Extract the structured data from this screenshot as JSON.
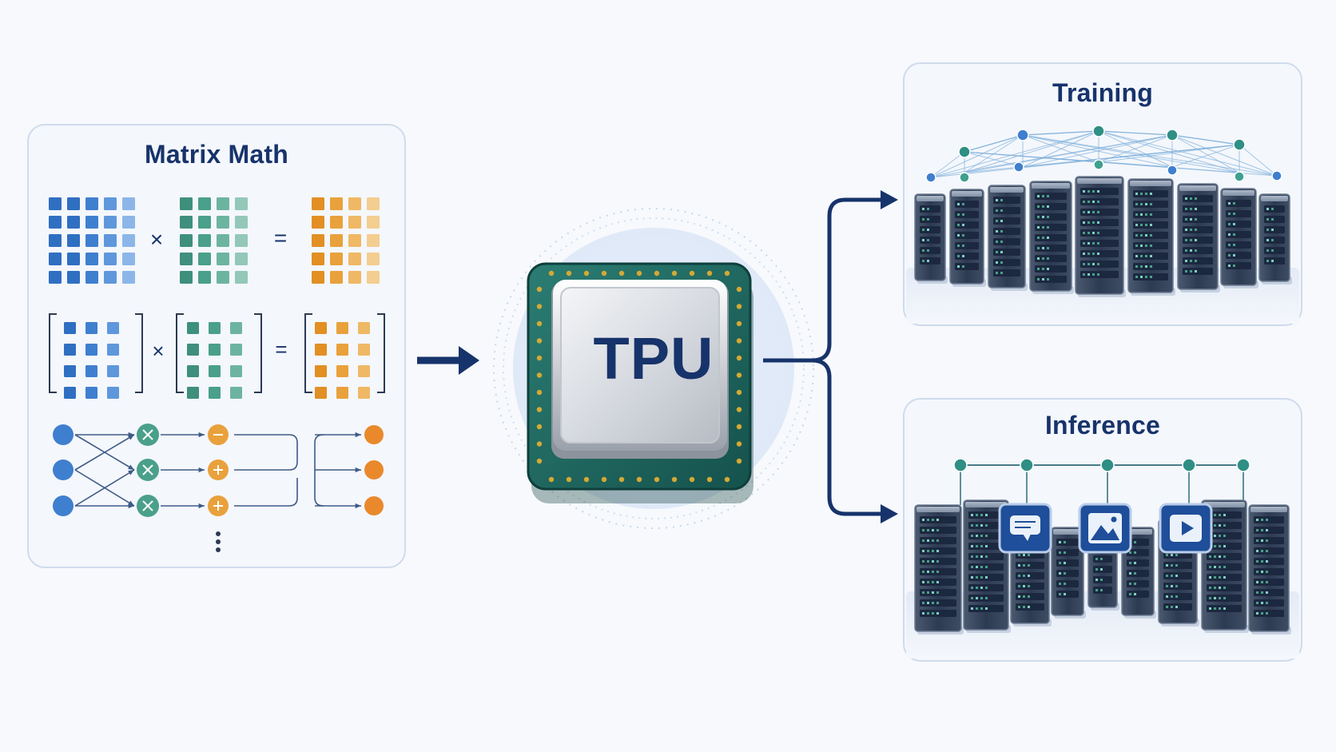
{
  "diagram": {
    "matrix_panel": {
      "title": "Matrix Math",
      "multiply_symbol": "×",
      "equals_symbol": "="
    },
    "tpu": {
      "label": "TPU"
    },
    "training_panel": {
      "title": "Training"
    },
    "inference_panel": {
      "title": "Inference"
    },
    "colors": {
      "navy": "#17336b",
      "blue": "#3f7fcf",
      "teal": "#4aa08a",
      "orange": "#e9a13c",
      "chip_green": "#1f6a64",
      "panel_border": "#cfdbed"
    },
    "icons": [
      "chat-icon",
      "image-icon",
      "play-icon"
    ]
  }
}
